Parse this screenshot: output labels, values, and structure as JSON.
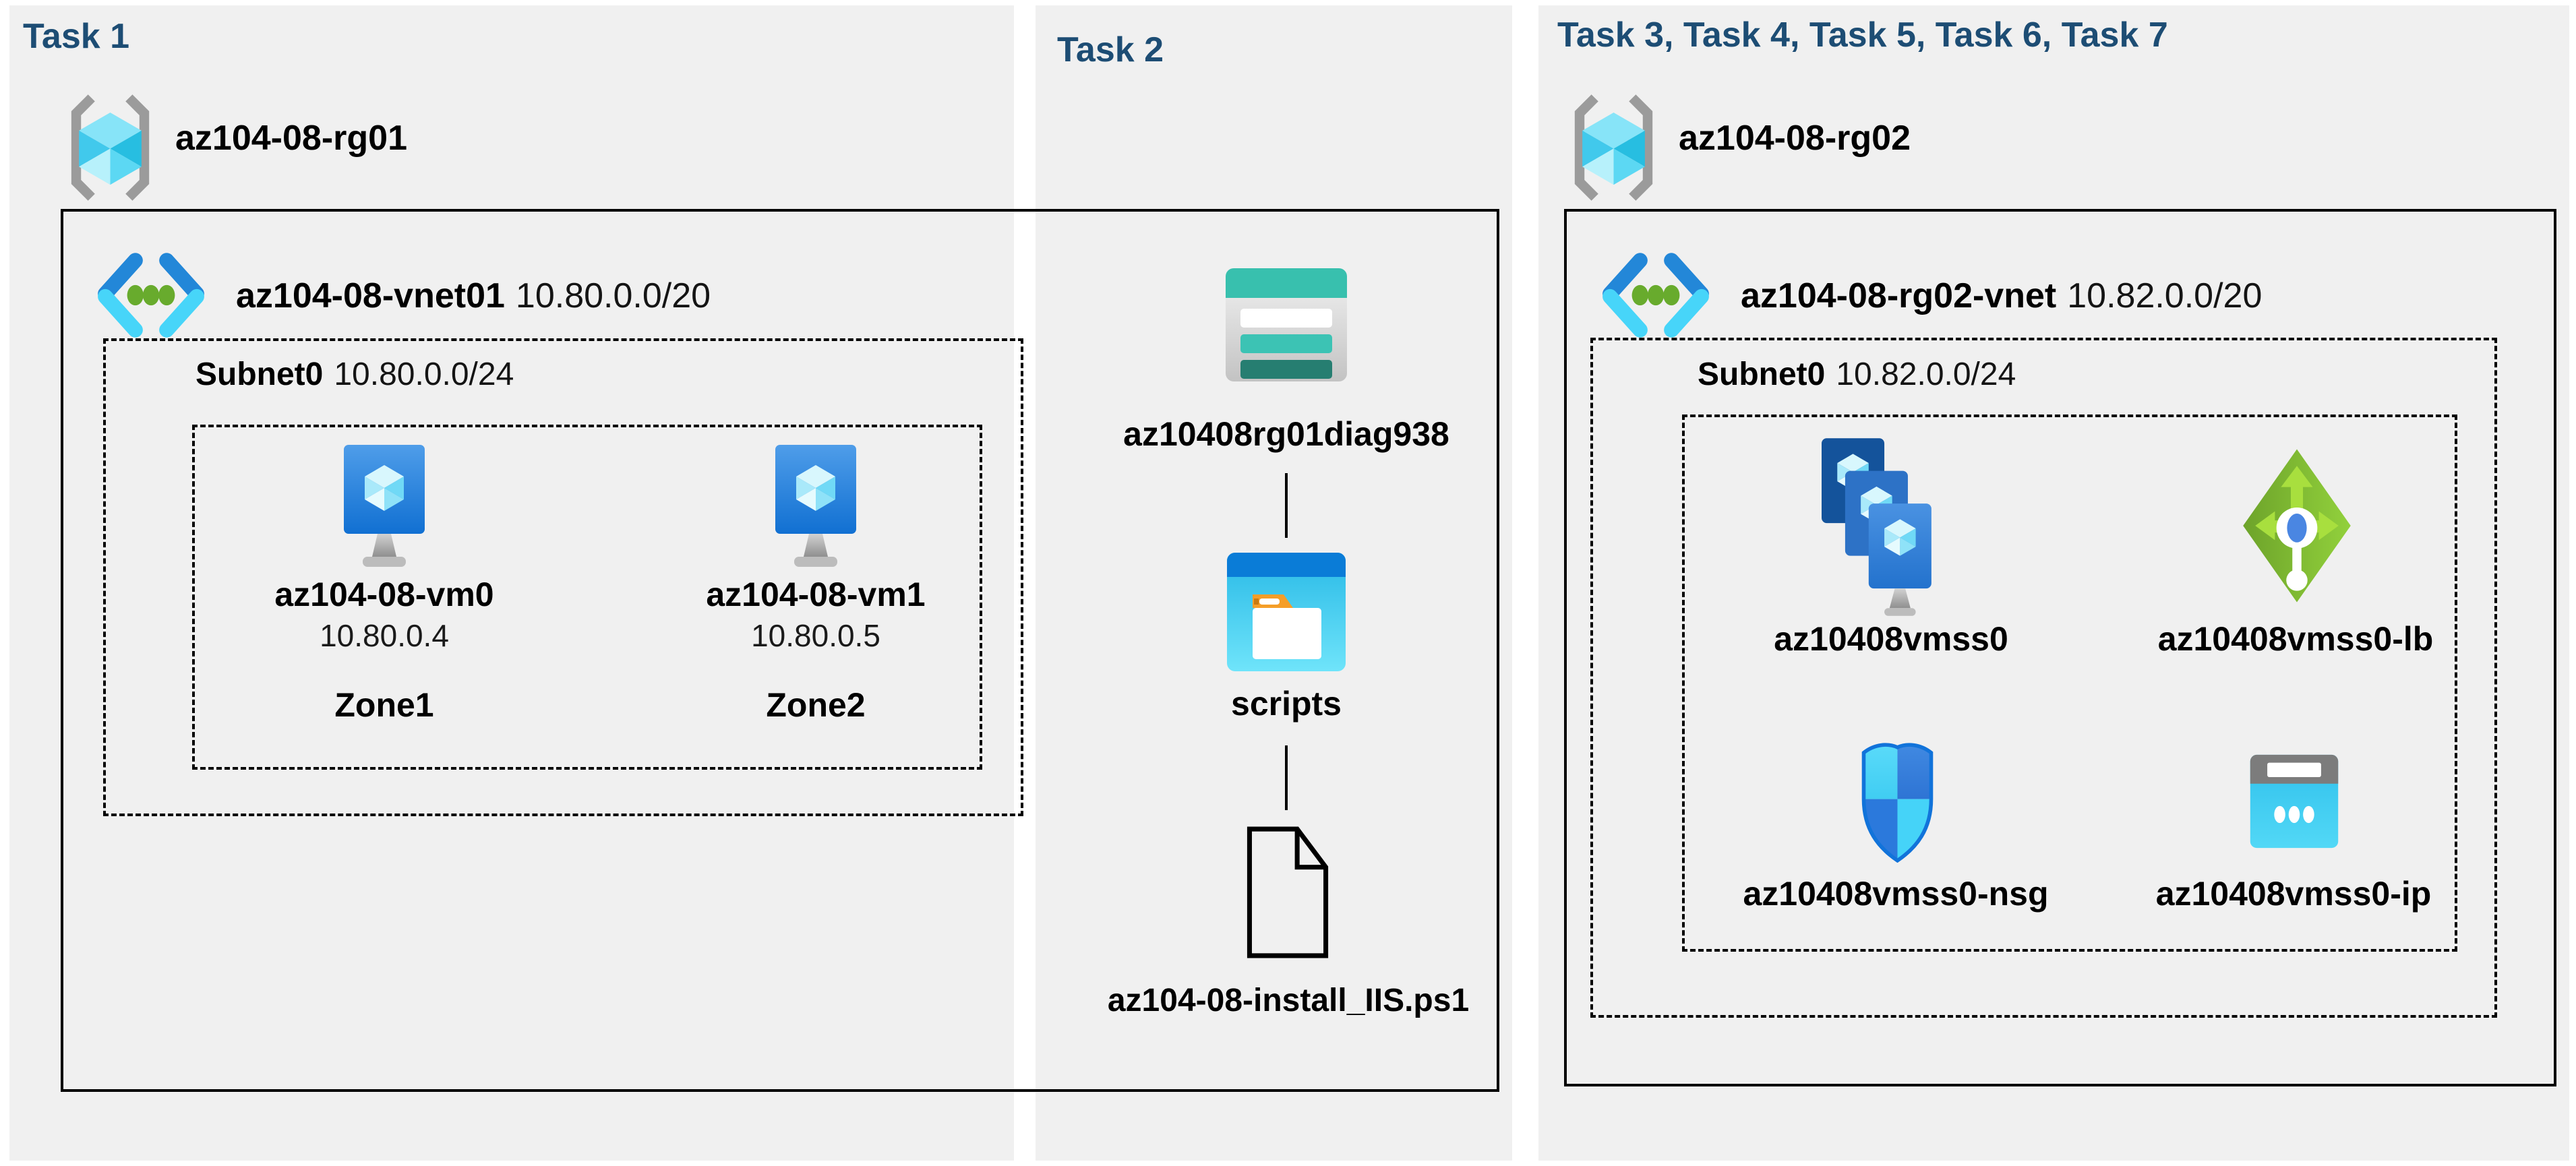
{
  "colors": {
    "page_bg": "#ffffff",
    "panel_bg": "#f0f0f0",
    "header_text": "#1d4d74",
    "label_text": "#000000"
  },
  "task1": {
    "title": "Task 1",
    "resource_group": "az104-08-rg01",
    "vnet_name": "az104-08-vnet01",
    "vnet_cidr": "10.80.0.0/20",
    "subnet_name": "Subnet0",
    "subnet_cidr": "10.80.0.0/24",
    "vms": [
      {
        "name": "az104-08-vm0",
        "ip": "10.80.0.4",
        "zone": "Zone1"
      },
      {
        "name": "az104-08-vm1",
        "ip": "10.80.0.5",
        "zone": "Zone2"
      }
    ]
  },
  "task2": {
    "title": "Task 2",
    "storage_account": "az10408rg01diag938",
    "container": "scripts",
    "script_file": "az104-08-install_IIS.ps1"
  },
  "task3": {
    "title": "Task 3, Task 4, Task 5, Task 6, Task 7",
    "resource_group": "az104-08-rg02",
    "vnet_name": "az104-08-rg02-vnet",
    "vnet_cidr": "10.82.0.0/20",
    "subnet_name": "Subnet0",
    "subnet_cidr": "10.82.0.0/24",
    "resources": [
      {
        "name": "az10408vmss0",
        "type": "vm-scale-set"
      },
      {
        "name": "az10408vmss0-lb",
        "type": "load-balancer"
      },
      {
        "name": "az10408vmss0-nsg",
        "type": "network-security-group"
      },
      {
        "name": "az10408vmss0-ip",
        "type": "public-ip"
      }
    ]
  }
}
